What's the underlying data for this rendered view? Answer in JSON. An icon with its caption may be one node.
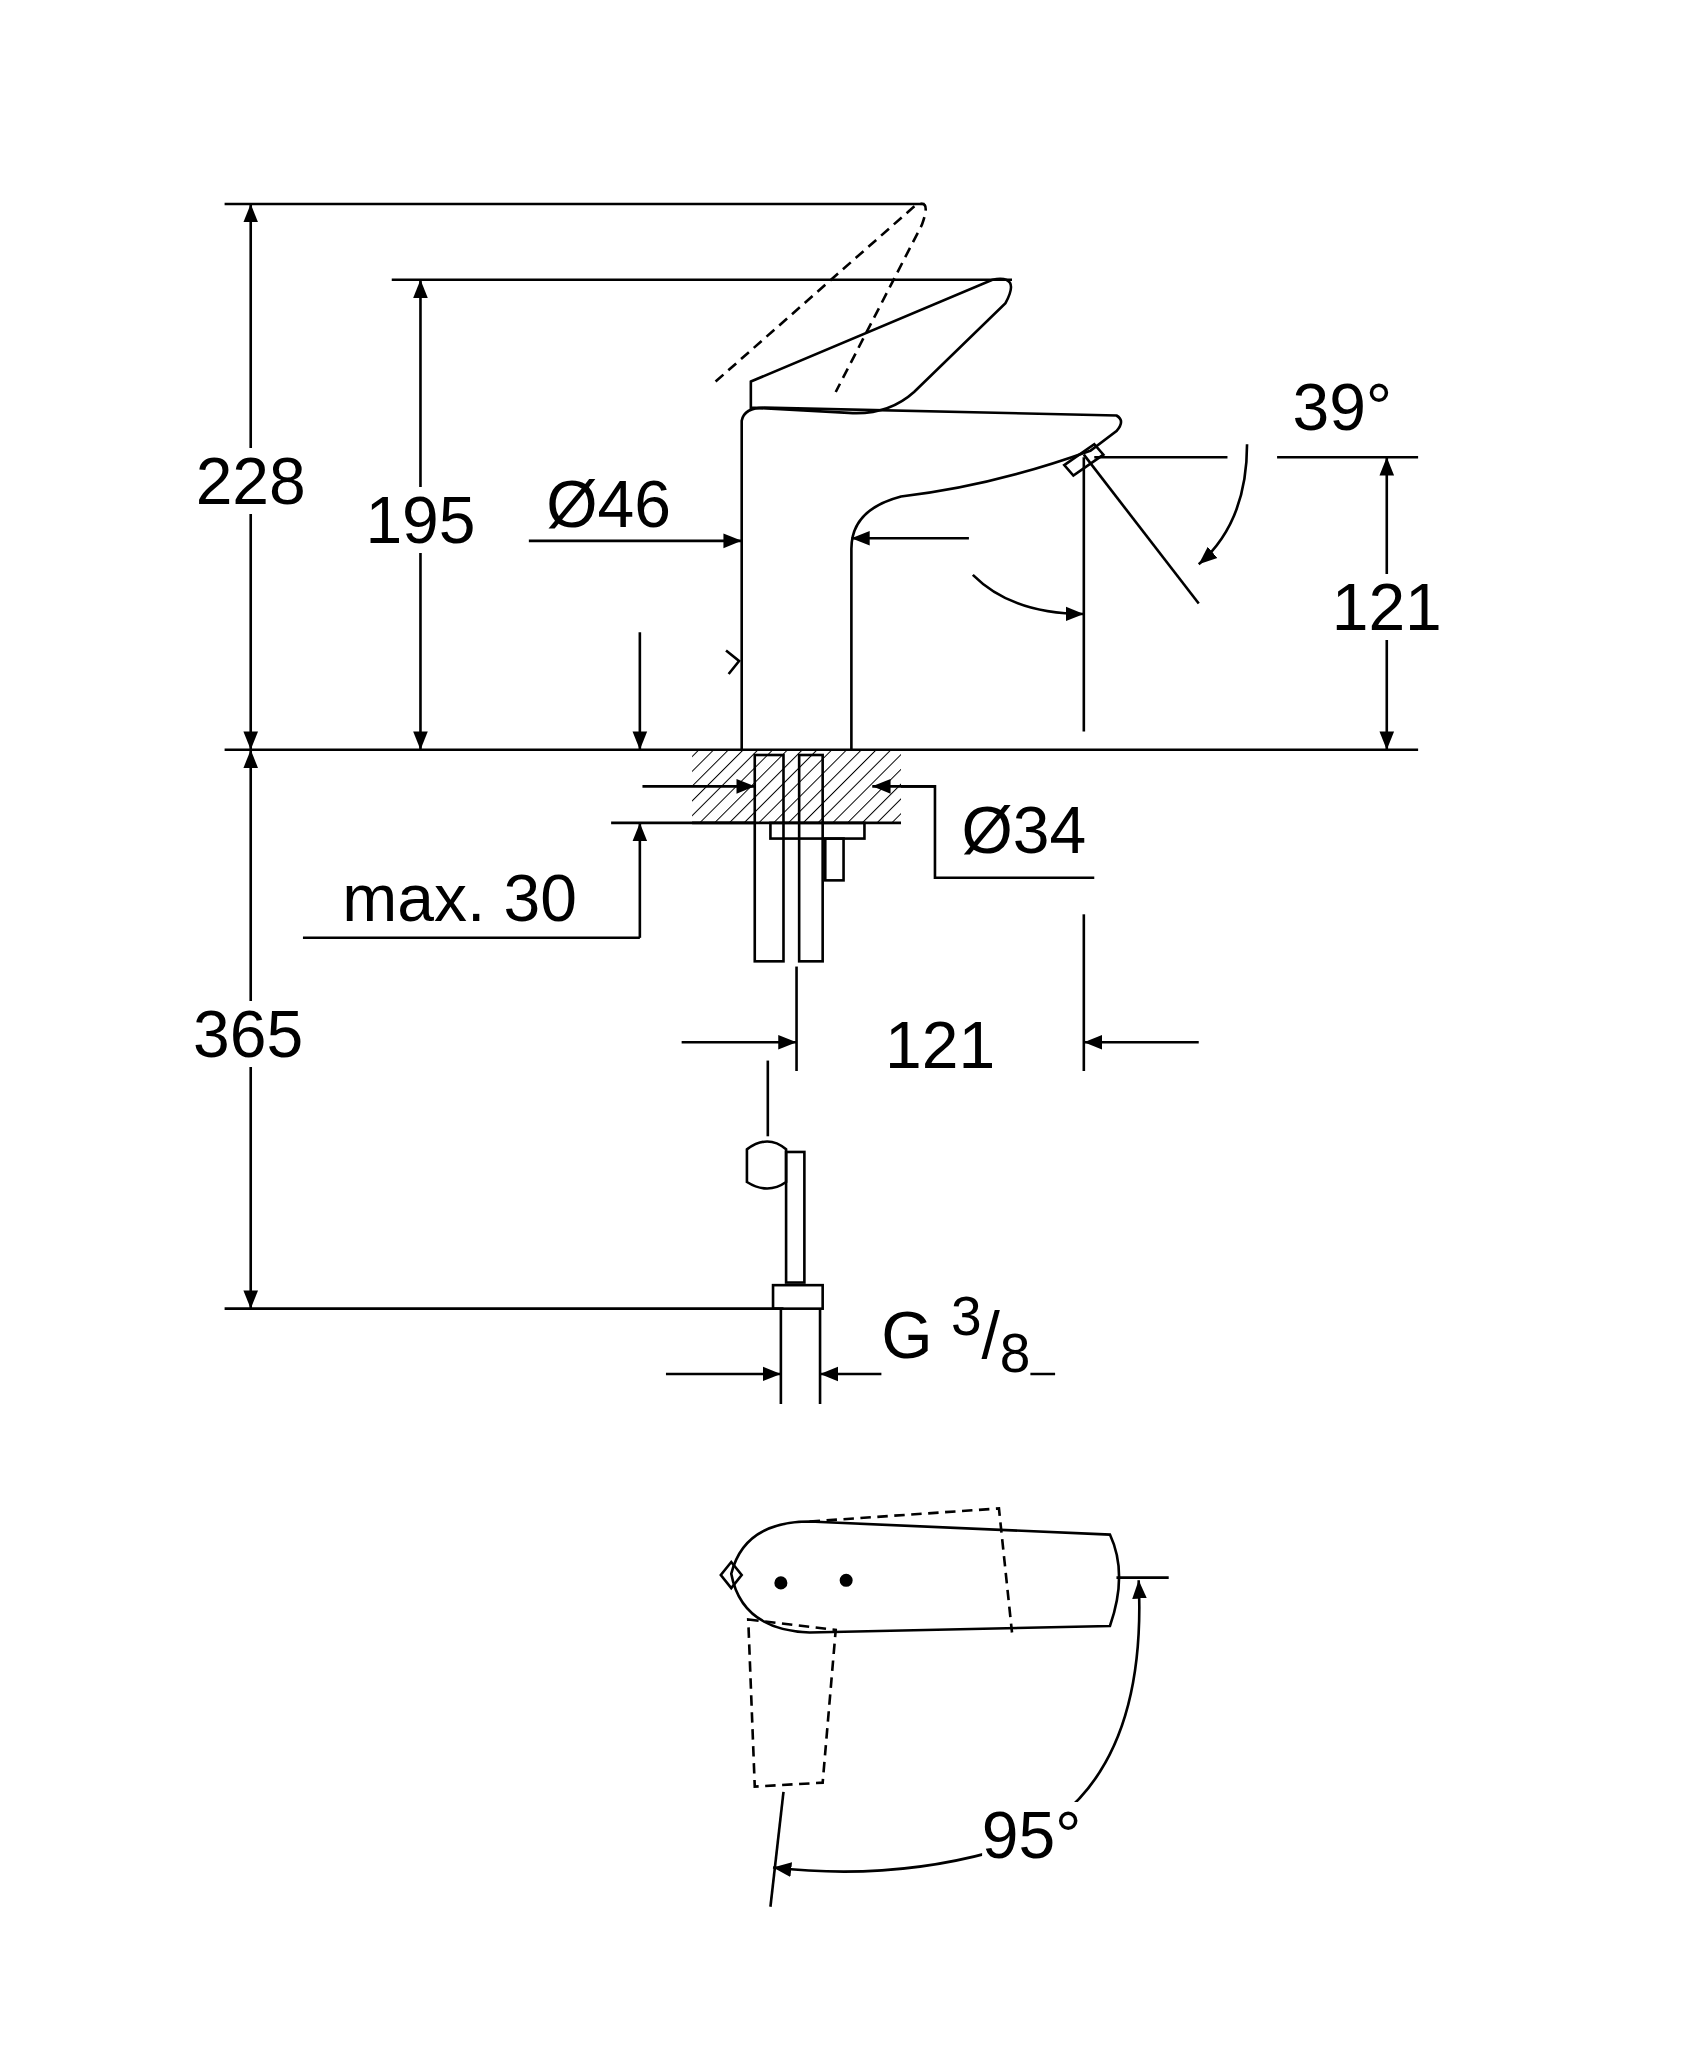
{
  "diagram": {
    "labels": [
      "228",
      "195",
      "Ø46",
      "39°",
      "121",
      "Ø34",
      "max. 30",
      "365",
      "121",
      "G $^{3}$/$_{8}$",
      "95°"
    ]
  }
}
